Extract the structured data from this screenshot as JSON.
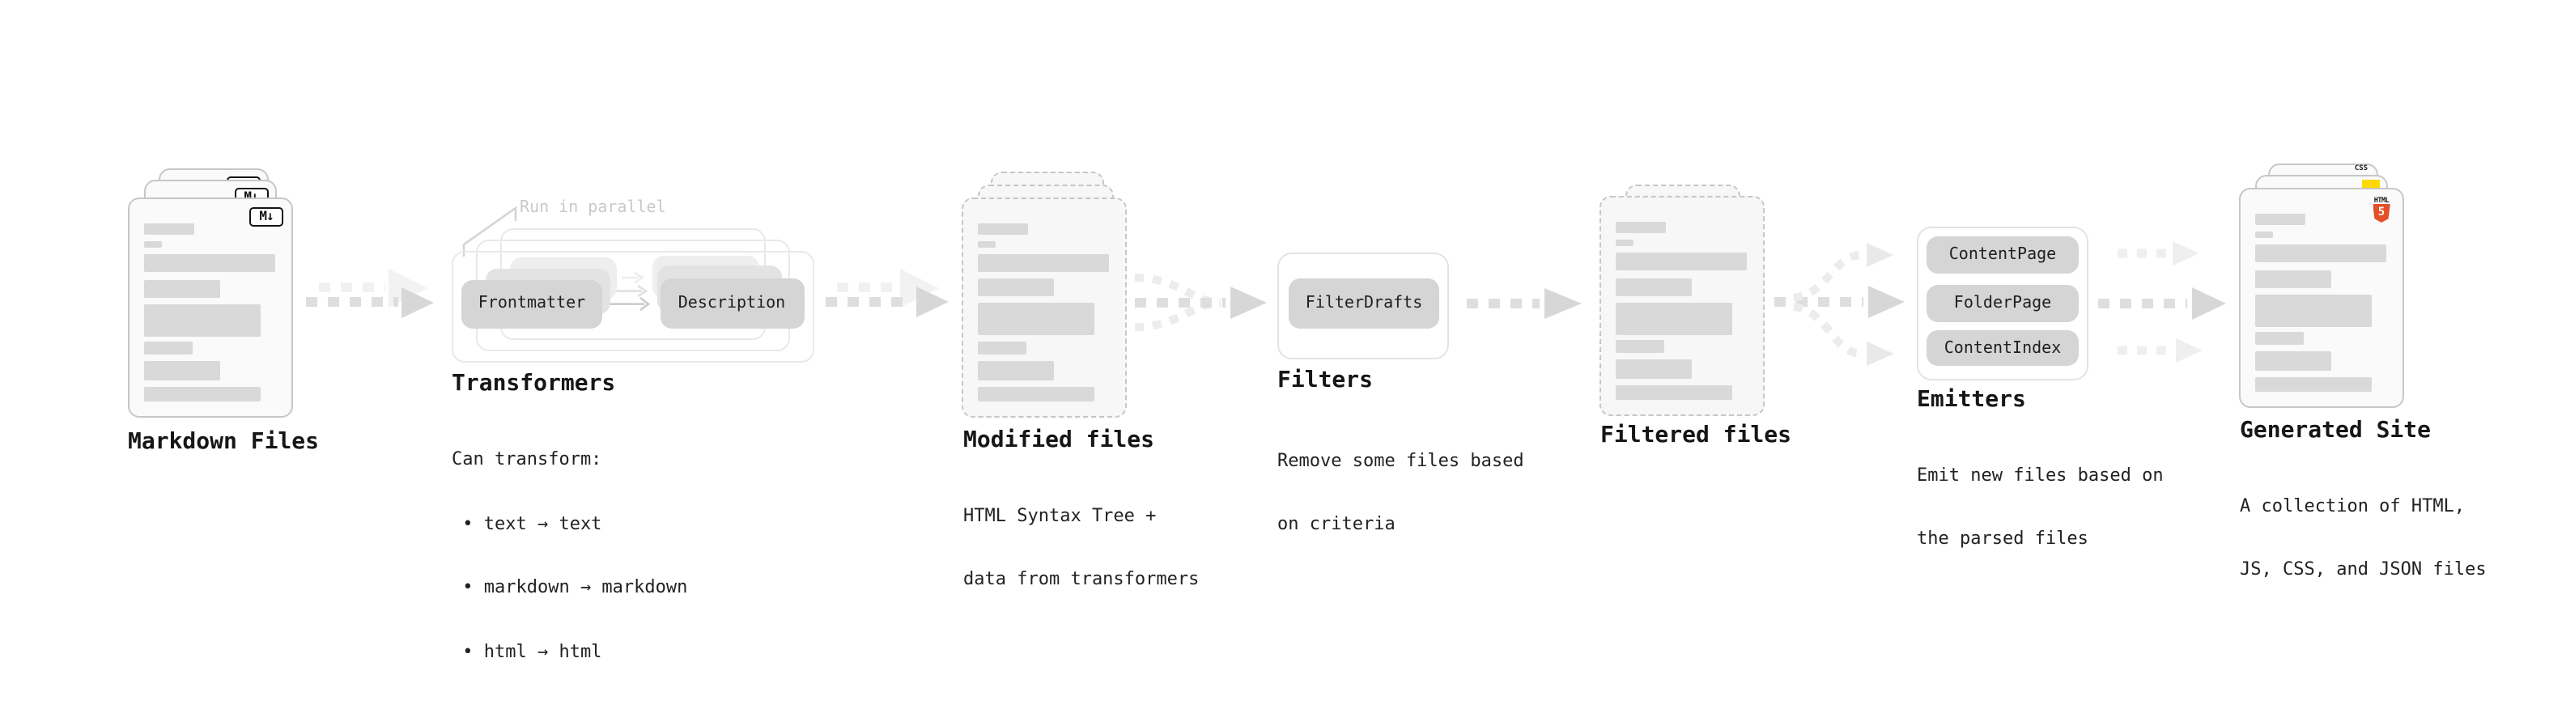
{
  "stages": {
    "markdown_files": {
      "title": "Markdown Files",
      "icon_label": "M↓"
    },
    "transformers": {
      "title": "Transformers",
      "callout": "Run in parallel",
      "pill_from": "Frontmatter",
      "pill_to": "Description",
      "notes": [
        "Can transform:",
        " • text → text",
        " • markdown → markdown",
        " • html → html"
      ]
    },
    "modified_files": {
      "title": "Modified files",
      "subtitle": [
        "HTML Syntax Tree +",
        "data from transformers"
      ]
    },
    "filters": {
      "title": "Filters",
      "pill": "FilterDrafts",
      "subtitle": [
        "Remove some files based",
        "on criteria"
      ]
    },
    "filtered_files": {
      "title": "Filtered files"
    },
    "emitters": {
      "title": "Emitters",
      "pills": [
        "ContentPage",
        "FolderPage",
        "ContentIndex"
      ],
      "subtitle": [
        "Emit new files based on",
        "the parsed files"
      ]
    },
    "generated_site": {
      "title": "Generated Site",
      "subtitle": [
        "A collection of HTML,",
        "JS, CSS, and JSON files"
      ],
      "file_badges": {
        "css_label": "CSS",
        "html_label": "HTML",
        "html_number": "5"
      }
    }
  },
  "colors": {
    "html5_orange": "#e34f26",
    "js_yellow": "#ffd900",
    "css_blue": "#2962ff",
    "skeleton_gray": "#d9d9d9",
    "pill_gray": "#d5d5d5"
  }
}
